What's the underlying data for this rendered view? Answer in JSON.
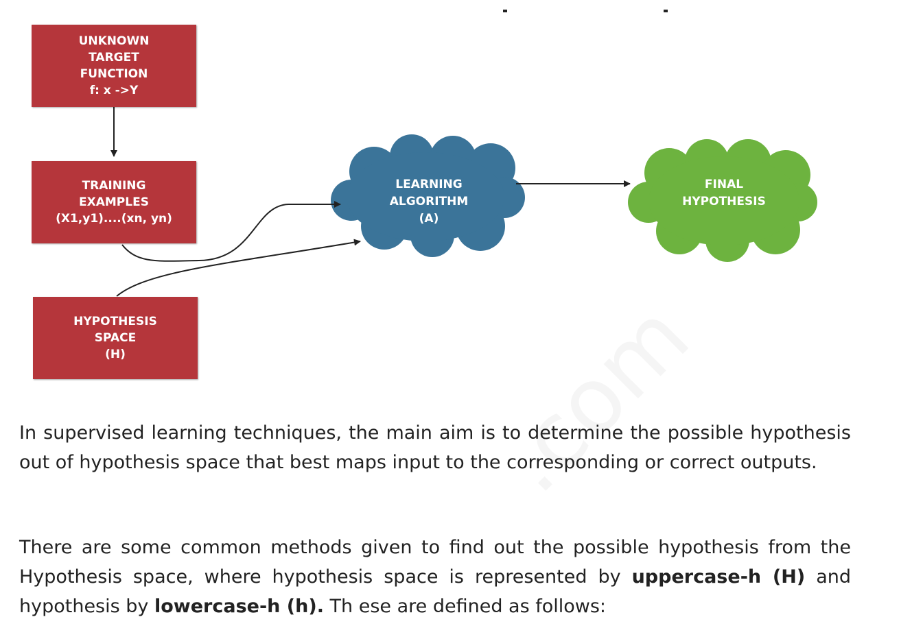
{
  "diagram": {
    "target_box": {
      "line1": "UNKNOWN",
      "line2": "TARGET",
      "line3": "FUNCTION",
      "line4": "f: x ->Y"
    },
    "training_box": {
      "line1": "TRAINING",
      "line2": "EXAMPLES",
      "line3": "(X1,y1)....(xn, yn)"
    },
    "space_box": {
      "line1": "HYPOTHESIS",
      "line2": "SPACE",
      "line3": "(H)"
    },
    "learning_cloud": {
      "line1": "LEARNING",
      "line2": "ALGORITHM",
      "line3": "(A)"
    },
    "final_cloud": {
      "line1": "FINAL",
      "line2": "HYPOTHESIS"
    },
    "colors": {
      "box": "#b5363b",
      "learning_cloud": "#3b7499",
      "final_cloud": "#6db33f",
      "arrow": "#222222"
    }
  },
  "text": {
    "para1": "In supervised learning techniques, the main aim is to determine the possible hypothesis out of hypothesis space that best maps input to the corresponding or correct outputs.",
    "para2_part1": "There are some common methods given to find out the possible hypothesis from the Hypothesis space, where hypothesis space is represented by ",
    "para2_bold1": "uppercase-h (H)",
    "para2_part2": " and hypothesis by ",
    "para2_bold2": "lowercase-h (h).",
    "para2_part3": " Th ese are defined as follows:"
  }
}
